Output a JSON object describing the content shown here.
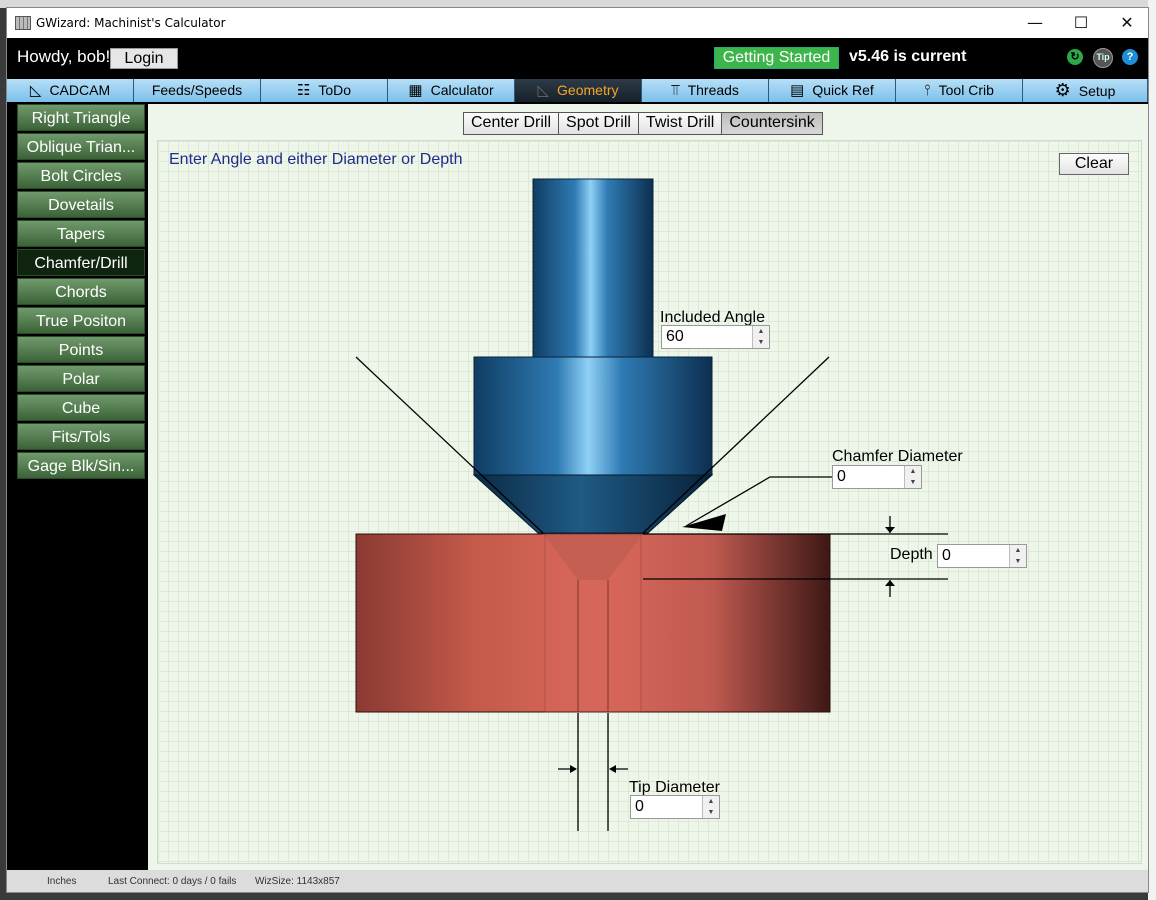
{
  "window": {
    "title": "GWizard: Machinist's Calculator",
    "minimize": "—",
    "maximize": "☐",
    "close": "✕"
  },
  "header": {
    "greeting": "Howdy, bob!",
    "login_label": "Login",
    "getting_started": "Getting Started",
    "version": "v5.46 is current",
    "tip_label": "Tip",
    "help_label": "?"
  },
  "tabs": [
    {
      "label": "CADCAM",
      "icon": "triangle-ruler-icon"
    },
    {
      "label": "Feeds/Speeds",
      "icon": ""
    },
    {
      "label": "ToDo",
      "icon": "checklist-icon"
    },
    {
      "label": "Calculator",
      "icon": "calculator-icon"
    },
    {
      "label": "Geometry",
      "icon": "geometry-icon",
      "active": true
    },
    {
      "label": "Threads",
      "icon": "tap-icon"
    },
    {
      "label": "Quick Ref",
      "icon": "book-icon"
    },
    {
      "label": "Tool Crib",
      "icon": "tool-icon"
    },
    {
      "label": "Setup",
      "icon": "gear-icon"
    }
  ],
  "sidebar": {
    "items": [
      "Right Triangle",
      "Oblique Trian...",
      "Bolt Circles",
      "Dovetails",
      "Tapers",
      "Chamfer/Drill",
      "Chords",
      "True Positon",
      "Points",
      "Polar",
      "Cube",
      "Fits/Tols",
      "Gage Blk/Sin..."
    ],
    "active_index": 5
  },
  "subtabs": {
    "items": [
      "Center Drill",
      "Spot Drill",
      "Twist Drill",
      "Countersink"
    ],
    "active_index": 3
  },
  "panel": {
    "hint": "Enter Angle and either Diameter or Depth",
    "clear_label": "Clear",
    "included_angle": {
      "label": "Included Angle",
      "value": "60"
    },
    "chamfer_diameter": {
      "label": "Chamfer Diameter",
      "value": "0"
    },
    "depth": {
      "label": "Depth",
      "value": "0"
    },
    "tip_diameter": {
      "label": "Tip Diameter",
      "value": "0"
    }
  },
  "status": {
    "units": "Inches",
    "last_connect": "Last Connect: 0 days / 0 fails",
    "wiz_size": "WizSize: 1143x857"
  },
  "colors": {
    "tab_bg": "#7cc0ea",
    "tab_active_text": "#f4a52a",
    "sidebar_bg": "#3c6338",
    "getting_started_bg": "#3cb54a",
    "hint_text": "#1d2b8a",
    "tool_blue": "#1f5f8f",
    "workpiece_red": "#c45a4a"
  }
}
